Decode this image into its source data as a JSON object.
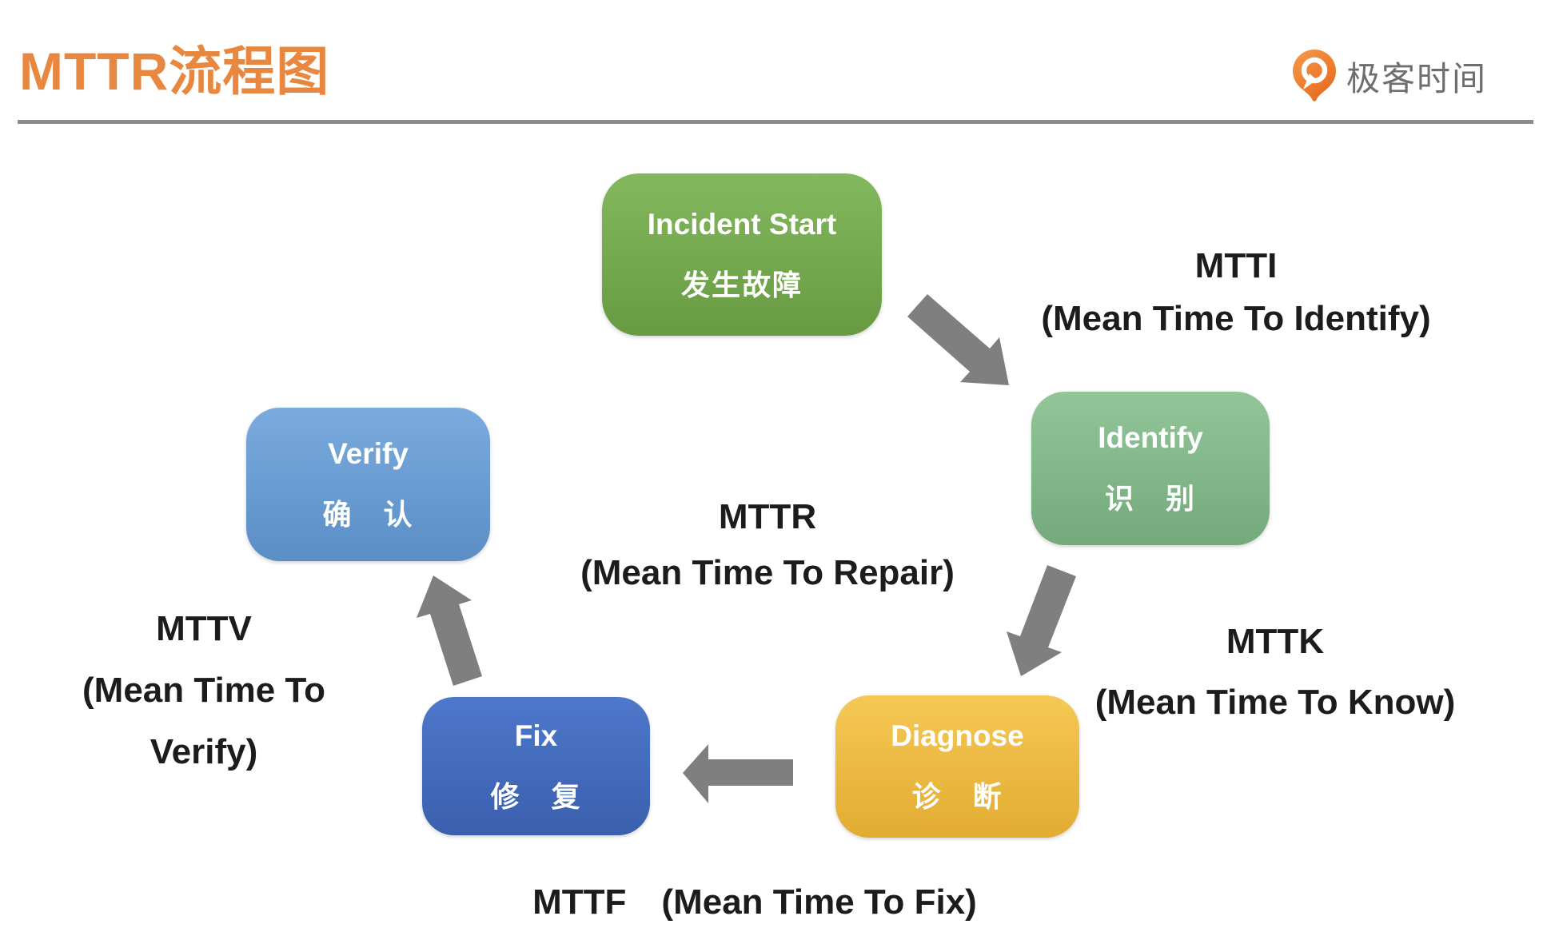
{
  "header": {
    "title": "MTTR流程图",
    "logo": {
      "icon": "geektime-pin-icon",
      "text": "极客时间"
    }
  },
  "nodes": [
    {
      "en": "Incident Start",
      "zh": "发生故障",
      "color_top": "#84B85E",
      "color_bottom": "#689B41"
    },
    {
      "en": "Identify",
      "zh": "识　别",
      "color_top": "#92C699",
      "color_bottom": "#73A97B"
    },
    {
      "en": "Diagnose",
      "zh": "诊　断",
      "color_top": "#F5C855",
      "color_bottom": "#E2AC31"
    },
    {
      "en": "Fix",
      "zh": "修　复",
      "color_top": "#4E78CB",
      "color_bottom": "#3A5FAD"
    },
    {
      "en": "Verify",
      "zh": "确　认",
      "color_top": "#7AABDE",
      "color_bottom": "#5A8EC5"
    }
  ],
  "labels": {
    "mtti": {
      "line1": "MTTI",
      "line2": "(Mean Time To Identify)"
    },
    "mttk": {
      "line1": "MTTK",
      "line2": "(Mean Time To Know)"
    },
    "mttf": {
      "line1": "MTTF　(Mean Time To Fix)"
    },
    "mttv": {
      "line1": "MTTV",
      "line2": "(Mean Time To",
      "line3": "Verify)"
    },
    "mttr": {
      "line1": "MTTR",
      "line2": "(Mean Time To Repair)"
    }
  },
  "colors": {
    "title": "#E8873F",
    "arrow": "#7F7F7F",
    "label_text": "#1C1C1C",
    "divider": "#8C8C8C",
    "logo_text": "#6E6E6E",
    "logo_icon_top": "#F59B4B",
    "logo_icon_bottom": "#E86A1F"
  }
}
